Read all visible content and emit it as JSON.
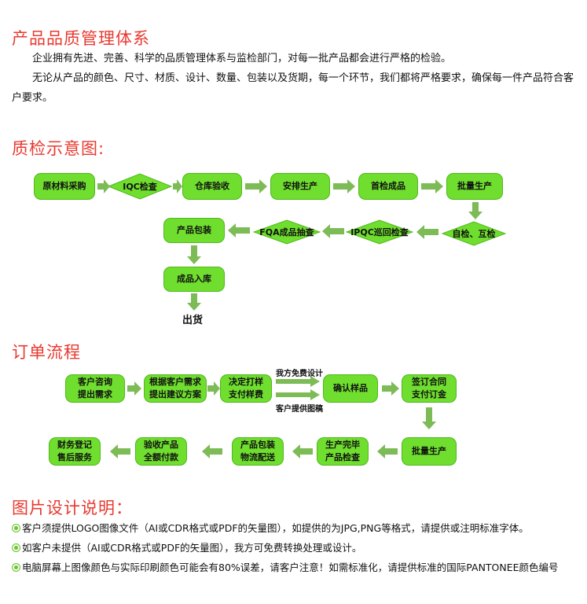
{
  "section_quality": {
    "title": "产品品质管理体系",
    "p1": "企业拥有先进、完善、科学的品质管理体系与监检部门，对每一批产品都会进行严格的检验。",
    "p2": "无论从产品的颜色、尺寸、材质、设计、数量、包装以及货期，每一个环节，我们都将严格要求，确保每一件产品符合客户要求。"
  },
  "section_inspection": {
    "title": "质检示意图:",
    "steps": [
      "原材料采购",
      "IQC检查",
      "仓库验收",
      "安排生产",
      "首检成品",
      "批量生产",
      "自检、互检",
      "IPQC巡回检查",
      "FQA成品抽查",
      "产品包装",
      "成品入库"
    ],
    "exit_label": "出货"
  },
  "section_order": {
    "title": "订单流程",
    "steps": [
      {
        "l1": "客户咨询",
        "l2": "提出需求"
      },
      {
        "l1": "根据客户需求",
        "l2": "提出建议方案"
      },
      {
        "l1": "决定打样",
        "l2": "支付样费"
      },
      {
        "l1": "确认样品",
        "l2": ""
      },
      {
        "l1": "签订合同",
        "l2": "支付订金"
      },
      {
        "l1": "批量生产",
        "l2": ""
      },
      {
        "l1": "生产完毕",
        "l2": "产品检查"
      },
      {
        "l1": "产品包装",
        "l2": "物流配送"
      },
      {
        "l1": "验收产品",
        "l2": "全额付款"
      },
      {
        "l1": "财务登记",
        "l2": "售后服务"
      }
    ],
    "branch_top": "我方免费设计",
    "branch_bottom": "客户提供图稿"
  },
  "section_design": {
    "title": "图片设计说明：",
    "notes": [
      "客户须提供LOGO图像文件（AI或CDR格式或PDF的矢量图），如提供的为JPG,PNG等格式，请提供或注明标准字体。",
      "如客户未提供（AI或CDR格式或PDF的矢量图），我方可免费转换处理或设计。",
      "电脑屏幕上图像颜色与实际印刷颜色可能会有80%误差，请客户注意！如需标准化，请提供标准的国际PANTONEE颜色编号"
    ]
  },
  "colors": {
    "heading": "#e8392f",
    "box_fill": "#6fde2e",
    "box_border": "#4fb81a",
    "arrow": "#7dbb57"
  },
  "icons": {
    "bullet": "green-dot-icon"
  }
}
